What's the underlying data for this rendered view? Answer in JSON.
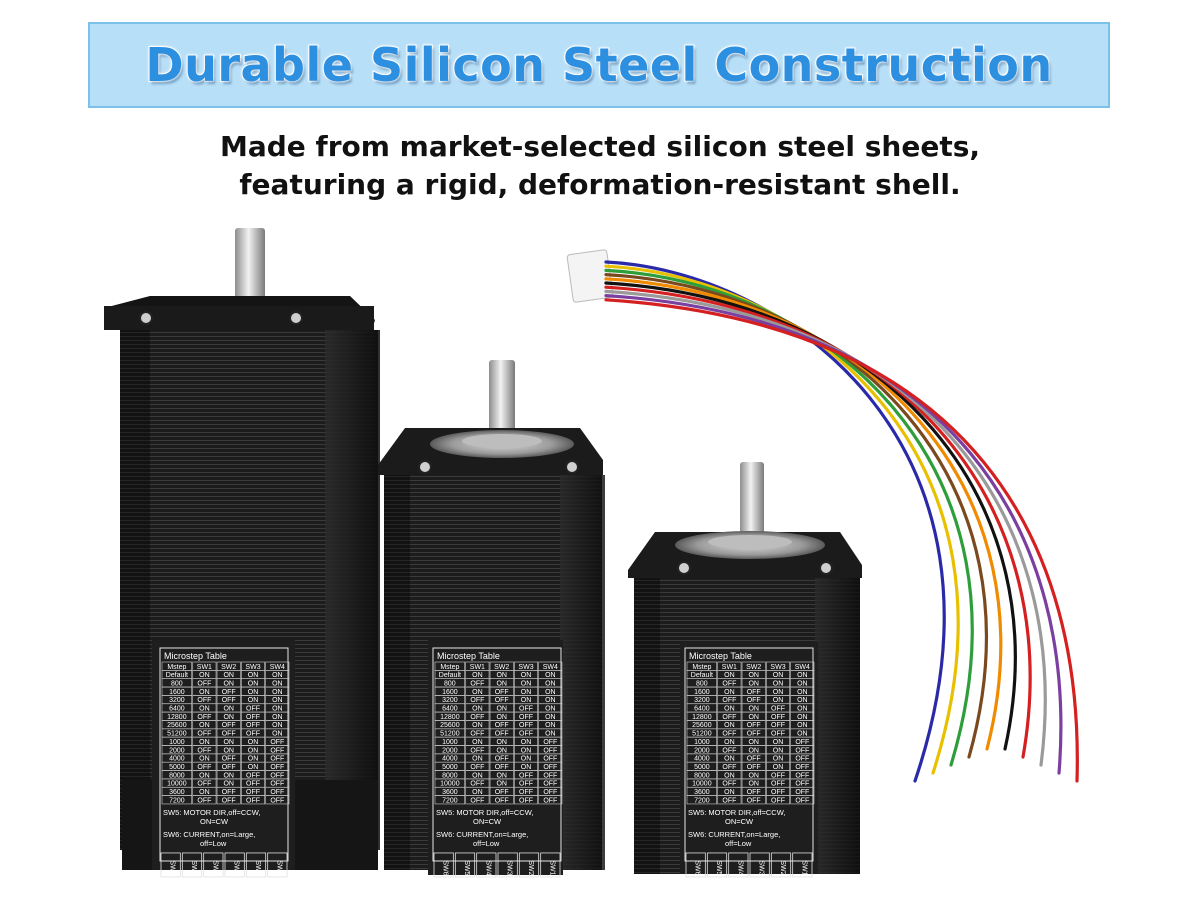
{
  "banner": {
    "title": "Durable Silicon Steel Construction"
  },
  "subtitle": {
    "line1": "Made from market-selected silicon steel sheets,",
    "line2": "featuring a rigid, deformation-resistant shell."
  },
  "label": {
    "title": "Microstep Table",
    "headers": [
      "Mstep",
      "SW1",
      "SW2",
      "SW3",
      "SW4"
    ],
    "rows": [
      [
        "Default",
        "ON",
        "ON",
        "ON",
        "ON"
      ],
      [
        "800",
        "OFF",
        "ON",
        "ON",
        "ON"
      ],
      [
        "1600",
        "ON",
        "OFF",
        "ON",
        "ON"
      ],
      [
        "3200",
        "OFF",
        "OFF",
        "ON",
        "ON"
      ],
      [
        "6400",
        "ON",
        "ON",
        "OFF",
        "ON"
      ],
      [
        "12800",
        "OFF",
        "ON",
        "OFF",
        "ON"
      ],
      [
        "25600",
        "ON",
        "OFF",
        "OFF",
        "ON"
      ],
      [
        "51200",
        "OFF",
        "OFF",
        "OFF",
        "ON"
      ],
      [
        "1000",
        "ON",
        "ON",
        "ON",
        "OFF"
      ],
      [
        "2000",
        "OFF",
        "ON",
        "ON",
        "OFF"
      ],
      [
        "4000",
        "ON",
        "OFF",
        "ON",
        "OFF"
      ],
      [
        "5000",
        "OFF",
        "OFF",
        "ON",
        "OFF"
      ],
      [
        "8000",
        "ON",
        "ON",
        "OFF",
        "OFF"
      ],
      [
        "10000",
        "OFF",
        "ON",
        "OFF",
        "OFF"
      ],
      [
        "3600",
        "ON",
        "OFF",
        "OFF",
        "OFF"
      ],
      [
        "7200",
        "OFF",
        "OFF",
        "OFF",
        "OFF"
      ]
    ],
    "note1a": "SW5: MOTOR DIR,off=CCW,",
    "note1b": "ON=CW",
    "note2a": "SW6: CURRENT,on=Large,",
    "note2b": "off=Low",
    "switches": [
      "SW6",
      "SW5",
      "SW4",
      "SW3",
      "SW2",
      "SW1"
    ]
  },
  "colors": {
    "banner_bg": "#b7dff7",
    "banner_text": "#2c8fe0",
    "motor_body": "#1b1b1b",
    "wires": [
      "#2a2aa8",
      "#e8c000",
      "#2e9e3a",
      "#7a4a1e",
      "#f08a00",
      "#111111",
      "#d42020",
      "#9a9a9a",
      "#7b3fa0",
      "#d42020"
    ]
  }
}
